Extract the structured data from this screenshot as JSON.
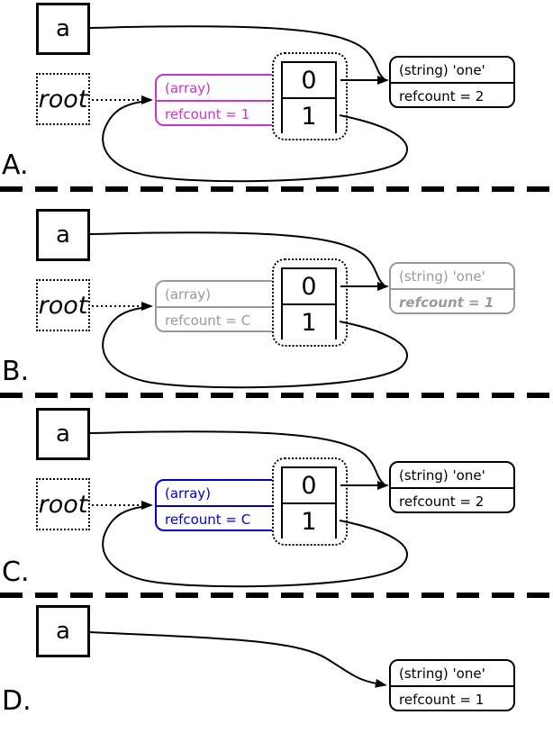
{
  "figure": {
    "type": "refcount-gc-diagram",
    "colors": {
      "array_highlight_panel_a": "#cc33cc",
      "array_highlight_panel_c": "#0000cc",
      "faded_gray": "#999999",
      "ink": "#000000"
    },
    "panels": [
      {
        "label": "A.",
        "var": "a",
        "root": "root",
        "array_type": "(array)",
        "array_refcount": "refcount = 1",
        "slot0": "0",
        "slot1": "1",
        "string_type": "(string) 'one'",
        "string_refcount": "refcount = 2"
      },
      {
        "label": "B.",
        "var": "a",
        "root": "root",
        "array_type": "(array)",
        "array_refcount": "refcount = C",
        "slot0": "0",
        "slot1": "1",
        "string_type": "(string) 'one'",
        "string_refcount": "refcount = 1"
      },
      {
        "label": "C.",
        "var": "a",
        "root": "root",
        "array_type": "(array)",
        "array_refcount": "refcount = C",
        "slot0": "0",
        "slot1": "1",
        "string_type": "(string) 'one'",
        "string_refcount": "refcount = 2"
      },
      {
        "label": "D.",
        "var": "a",
        "string_type": "(string) 'one'",
        "string_refcount": "refcount = 1"
      }
    ]
  }
}
